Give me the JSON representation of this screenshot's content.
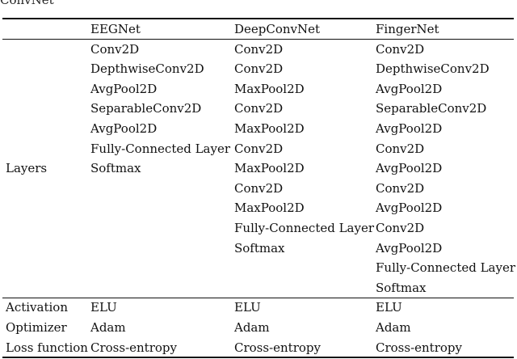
{
  "caption": "ConvNet",
  "table": {
    "header": [
      "",
      "EEGNet",
      "DeepConvNet",
      "FingerNet"
    ],
    "layers_label": "Layers",
    "layers": {
      "eegnet": [
        "Conv2D",
        "DepthwiseConv2D",
        "AvgPool2D",
        "SeparableConv2D",
        "AvgPool2D",
        "Fully-Connected Layer",
        "Softmax"
      ],
      "deepconvnet": [
        "Conv2D",
        "Conv2D",
        "MaxPool2D",
        "Conv2D",
        "MaxPool2D",
        "Conv2D",
        "MaxPool2D",
        "Conv2D",
        "MaxPool2D",
        "Fully-Connected Layer",
        "Softmax"
      ],
      "fingernet": [
        "Conv2D",
        "DepthwiseConv2D",
        "AvgPool2D",
        "SeparableConv2D",
        "AvgPool2D",
        "Conv2D",
        "AvgPool2D",
        "Conv2D",
        "AvgPool2D",
        "Conv2D",
        "AvgPool2D",
        "Fully-Connected Layer",
        "Softmax"
      ]
    },
    "rows": [
      {
        "label": "Activation",
        "values": [
          "ELU",
          "ELU",
          "ELU"
        ]
      },
      {
        "label": "Optimizer",
        "values": [
          "Adam",
          "Adam",
          "Adam"
        ]
      },
      {
        "label": "Loss function",
        "values": [
          "Cross-entropy",
          "Cross-entropy",
          "Cross-entropy"
        ]
      }
    ]
  }
}
